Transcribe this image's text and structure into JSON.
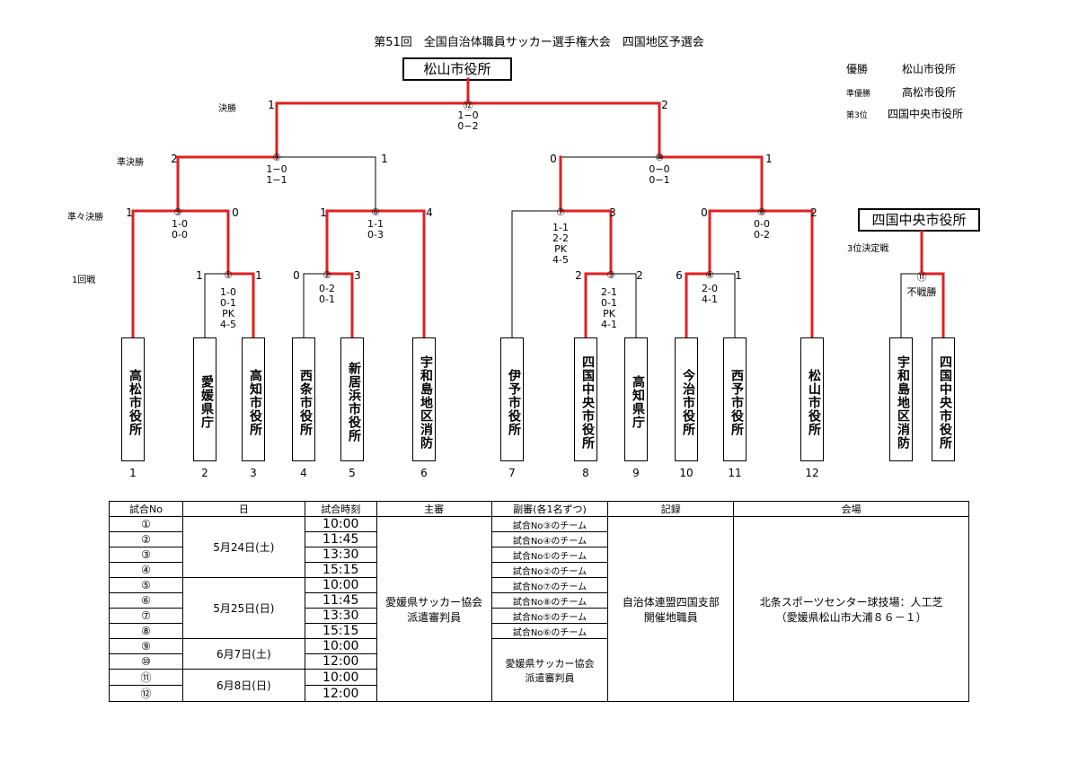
{
  "title": "第51回　全国自治体職員サッカー選手権大会　四国地区予選会",
  "champion_box": "松山市役所",
  "third_box": "四国中央市役所",
  "results": [
    {
      "label": "優勝",
      "team": "松山市役所"
    },
    {
      "label": "準優勝",
      "team": "高松市役所"
    },
    {
      "label": "第3位",
      "team": "四国中央市役所"
    }
  ],
  "round_labels": {
    "final": "決勝",
    "semi": "準決勝",
    "quarter": "準々決勝",
    "first": "1回戦",
    "third_place": "3位決定戦"
  },
  "teams": [
    {
      "no": "1",
      "name": "高松市役所"
    },
    {
      "no": "2",
      "name": "愛媛県庁"
    },
    {
      "no": "3",
      "name": "高知市役所"
    },
    {
      "no": "4",
      "name": "西条市役所"
    },
    {
      "no": "5",
      "name": "新居浜市役所"
    },
    {
      "no": "6",
      "name": "宇和島地区消防"
    },
    {
      "no": "7",
      "name": "伊予市役所"
    },
    {
      "no": "8",
      "name": "四国中央市役所"
    },
    {
      "no": "9",
      "name": "高知県庁"
    },
    {
      "no": "10",
      "name": "今治市役所"
    },
    {
      "no": "11",
      "name": "西予市役所"
    },
    {
      "no": "12",
      "name": "松山市役所"
    },
    {
      "no": "",
      "name": "宇和島地区消防"
    },
    {
      "no": "",
      "name": "四国中央市役所"
    }
  ],
  "matches": {
    "m1": {
      "no": "①",
      "score": [
        "1-0",
        "0-1",
        "PK",
        "4-5"
      ],
      "left": "1",
      "right": "1"
    },
    "m2": {
      "no": "②",
      "score": [
        "0-2",
        "0-1"
      ],
      "left": "0",
      "right": "3"
    },
    "m3": {
      "no": "③",
      "score": [
        "2-1",
        "0-1",
        "PK",
        "4-1"
      ],
      "left": "2",
      "right": "2"
    },
    "m4": {
      "no": "④",
      "score": [
        "2-0",
        "4-1"
      ],
      "left": "6",
      "right": "1"
    },
    "m5": {
      "no": "⑤",
      "score": [
        "1-0",
        "0-0"
      ],
      "left": "1",
      "right": "0"
    },
    "m6": {
      "no": "⑥",
      "score": [
        "1-1",
        "0-3"
      ],
      "left": "1",
      "right": "4"
    },
    "m7": {
      "no": "⑦",
      "score": [
        "1-1",
        "2-2",
        "PK",
        "4-5"
      ],
      "left": "",
      "right": "3"
    },
    "m8": {
      "no": "⑧",
      "score": [
        "0-0",
        "0-2"
      ],
      "left": "0",
      "right": "2"
    },
    "m9": {
      "no": "⑨",
      "score": [
        "1−0",
        "1−1"
      ],
      "left": "2",
      "right": "1"
    },
    "m10": {
      "no": "⑩",
      "score": [
        "0−0",
        "0−1"
      ],
      "left": "0",
      "right": "1"
    },
    "m11": {
      "no": "⑪",
      "score": [
        "不戦勝"
      ],
      "left": "",
      "right": ""
    },
    "m12": {
      "no": "⑫",
      "score": [
        "1−0",
        "0−2"
      ],
      "left": "1",
      "right": "2"
    }
  },
  "schedule": {
    "headers": [
      "試合No",
      "日",
      "試合時刻",
      "主審",
      "副審(各1名ずつ)",
      "記録",
      "会場"
    ],
    "match_nos": [
      "①",
      "②",
      "③",
      "④",
      "⑤",
      "⑥",
      "⑦",
      "⑧",
      "⑨",
      "⑩",
      "⑪",
      "⑫"
    ],
    "times": [
      "10:00",
      "11:45",
      "13:30",
      "15:15",
      "10:00",
      "11:45",
      "13:30",
      "15:15",
      "10:00",
      "12:00",
      "10:00",
      "12:00"
    ],
    "days": [
      "5月24日(土)",
      "5月25日(日)",
      "6月7日(土)",
      "6月8日(日)"
    ],
    "referee": [
      "愛媛県サッカー協会",
      "派遣審判員"
    ],
    "assistants": [
      "試合No③のチーム",
      "試合No④のチーム",
      "試合No①のチーム",
      "試合No②のチーム",
      "試合No⑦のチーム",
      "試合No⑧のチーム",
      "試合No⑤のチーム",
      "試合No⑥のチーム"
    ],
    "assistant_late": [
      "愛媛県サッカー協会",
      "派遣審判員"
    ],
    "record": [
      "自治体連盟四国支部",
      "開催地職員"
    ],
    "venue": [
      "北条スポーツセンター球技場：人工芝",
      "（愛媛県松山市大浦８６－１）"
    ]
  },
  "colors": {
    "win_line": "#e02020",
    "line": "#000000"
  }
}
